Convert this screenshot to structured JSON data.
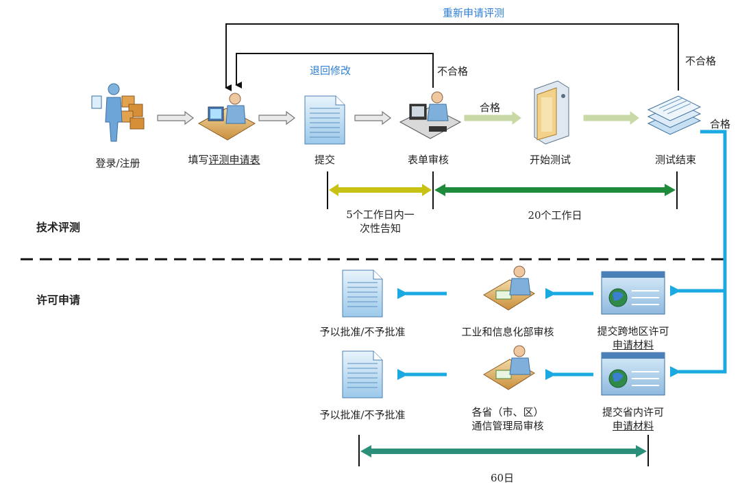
{
  "top_row": {
    "login": "登录/注册",
    "fill_form": "填写",
    "fill_form_u": "评测申请表",
    "submit": "提交",
    "form_review": "表单审核",
    "start_test": "开始测试",
    "test_end": "测试结束"
  },
  "arrows": {
    "resubmit": "重新申请评测",
    "return_modify": "退回修改",
    "fail_review": "不合格",
    "fail_test": "不合格",
    "pass_review": "合格",
    "pass_test": "合格"
  },
  "timeline_top": {
    "span1": "5个工作日内一",
    "span1b": "次性告知",
    "span2": "20个工作日"
  },
  "sections": {
    "tech": "技术评测",
    "license": "许可申请"
  },
  "row1": {
    "result": "予以批准/不予批准",
    "review": "工业和信息化部审核",
    "submit_a": "提交跨地区许可",
    "submit_b": "申请材料"
  },
  "row2": {
    "result": "予以批准/不予批准",
    "review_a": "各省（市、区）",
    "review_b": "通信管理局审核",
    "submit_a": "提交省内许可",
    "submit_b": "申请材料"
  },
  "timeline_bottom": {
    "span": "60日"
  },
  "colors": {
    "blue_flow": "#1aa9e0",
    "green_bar": "#1e8a3c",
    "yellow_bar": "#c8c215",
    "teal_bar": "#2b8f7a",
    "label_blue": "#2f7fd6"
  }
}
